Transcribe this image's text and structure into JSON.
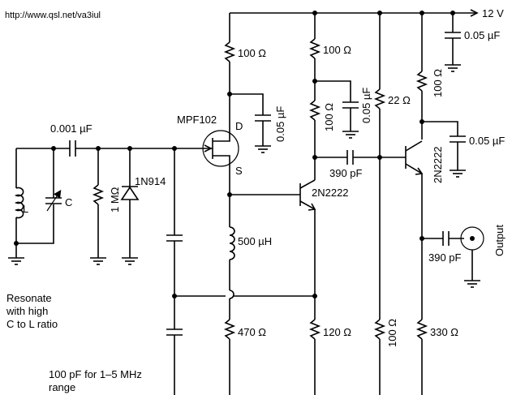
{
  "header": {
    "url": "http://www.qsl.net/va3iul"
  },
  "supply": {
    "voltage": "12 V"
  },
  "labels": {
    "r_drain": "100 Ω",
    "r_top2": "100 Ω",
    "r_mid2": "100 Ω",
    "c_drain": "0.05 µF",
    "c_top_right": "0.05 µF",
    "c_mid": "0.05 µF",
    "r_22": "22 Ω",
    "r_top4": "100 Ω",
    "c_q3_base": "0.05 µF",
    "c_in": "0.001 µF",
    "fet": "MPF102",
    "fet_d": "D",
    "fet_s": "S",
    "r_1m": "1 MΩ",
    "diode": "1N914",
    "c_390_1": "390 pF",
    "q2": "2N2222",
    "q3": "2N2222",
    "l_choke": "500 µH",
    "r_470": "470 Ω",
    "r_120": "120 Ω",
    "r_bot3": "100 Ω",
    "r_330": "330 Ω",
    "c_390_out": "390 pF",
    "output": "Output",
    "coil_l": "L",
    "cap_c": "C",
    "note1": "Resonate",
    "note2": "with high",
    "note3": "C to L ratio",
    "note4": "100 pF for 1–5 MHz",
    "note5": "range"
  }
}
